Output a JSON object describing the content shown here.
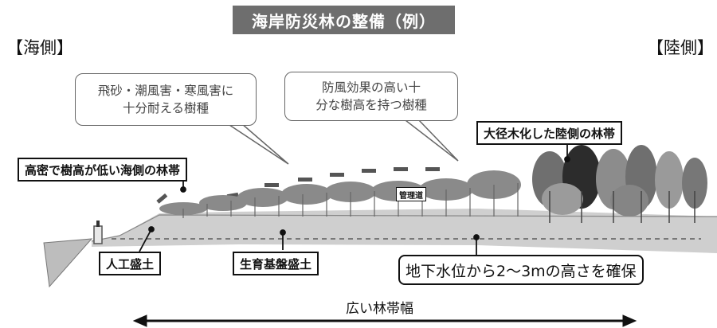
{
  "title": "海岸防災林の整備（例）",
  "sea_side_label": "【海側】",
  "land_side_label": "【陸側】",
  "bubble_sea_trees": [
    "飛砂・潮風害・寒風害に",
    "十分耐える樹種"
  ],
  "bubble_tall_trees": [
    "防風効果の高い十",
    "分な樹高を持つ樹種"
  ],
  "label_land_forest": "大径木化した陸側の林帯",
  "label_sea_forest": "高密で樹高が低い海側の林帯",
  "label_management_road": "管理道",
  "label_artificial_embankment": "人工盛土",
  "label_growth_base_embankment": "生育基盤盛土",
  "label_groundwater_height": "地下水位から2～3mの高さを確保",
  "label_wide_forest_width": "広い林帯幅"
}
